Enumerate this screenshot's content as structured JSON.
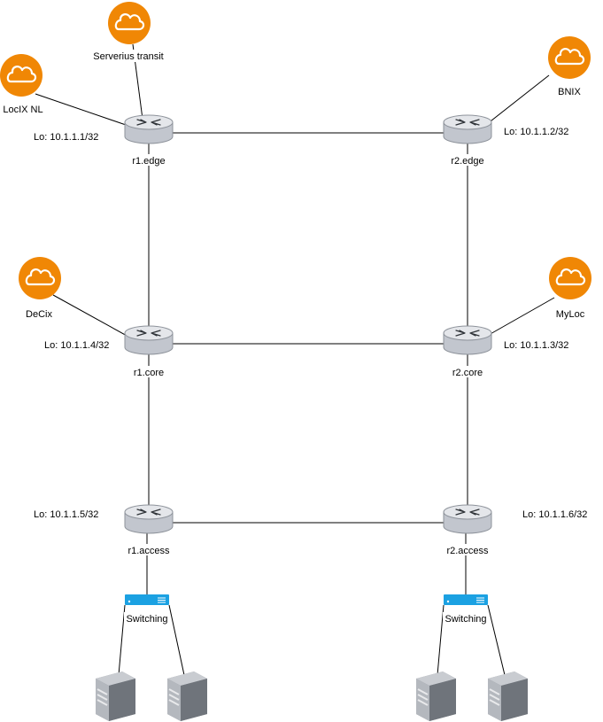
{
  "colors": {
    "cloud_fill": "#f08705",
    "router_body": "#c7cbd3",
    "router_top": "#e6e8ec",
    "switch_fill": "#1ba1e2",
    "server_fill": "#9ea3aa",
    "line": "#000000"
  },
  "clouds": {
    "serverius": {
      "label": "Serverius transit",
      "icon": "cloud-icon"
    },
    "locix": {
      "label": "LocIX NL",
      "icon": "cloud-icon"
    },
    "bnix": {
      "label": "BNIX",
      "icon": "cloud-icon"
    },
    "decix": {
      "label": "DeCix",
      "icon": "cloud-icon"
    },
    "myloc": {
      "label": "MyLoc",
      "icon": "cloud-icon"
    }
  },
  "routers": {
    "r1_edge": {
      "name": "r1.edge",
      "loopback": "Lo: 10.1.1.1/32",
      "icon": "router-icon"
    },
    "r2_edge": {
      "name": "r2.edge",
      "loopback": "Lo: 10.1.1.2/32",
      "icon": "router-icon"
    },
    "r1_core": {
      "name": "r1.core",
      "loopback": "Lo: 10.1.1.4/32",
      "icon": "router-icon"
    },
    "r2_core": {
      "name": "r2.core",
      "loopback": "Lo: 10.1.1.3/32",
      "icon": "router-icon"
    },
    "r1_access": {
      "name": "r1.access",
      "loopback": "Lo: 10.1.1.5/32",
      "icon": "router-icon"
    },
    "r2_access": {
      "name": "r2.access",
      "loopback": "Lo: 10.1.1.6/32",
      "icon": "router-icon"
    }
  },
  "switches": {
    "left": {
      "label": "Switching",
      "icon": "switch-icon"
    },
    "right": {
      "label": "Switching",
      "icon": "switch-icon"
    }
  },
  "servers": [
    "server-icon",
    "server-icon",
    "server-icon",
    "server-icon"
  ]
}
